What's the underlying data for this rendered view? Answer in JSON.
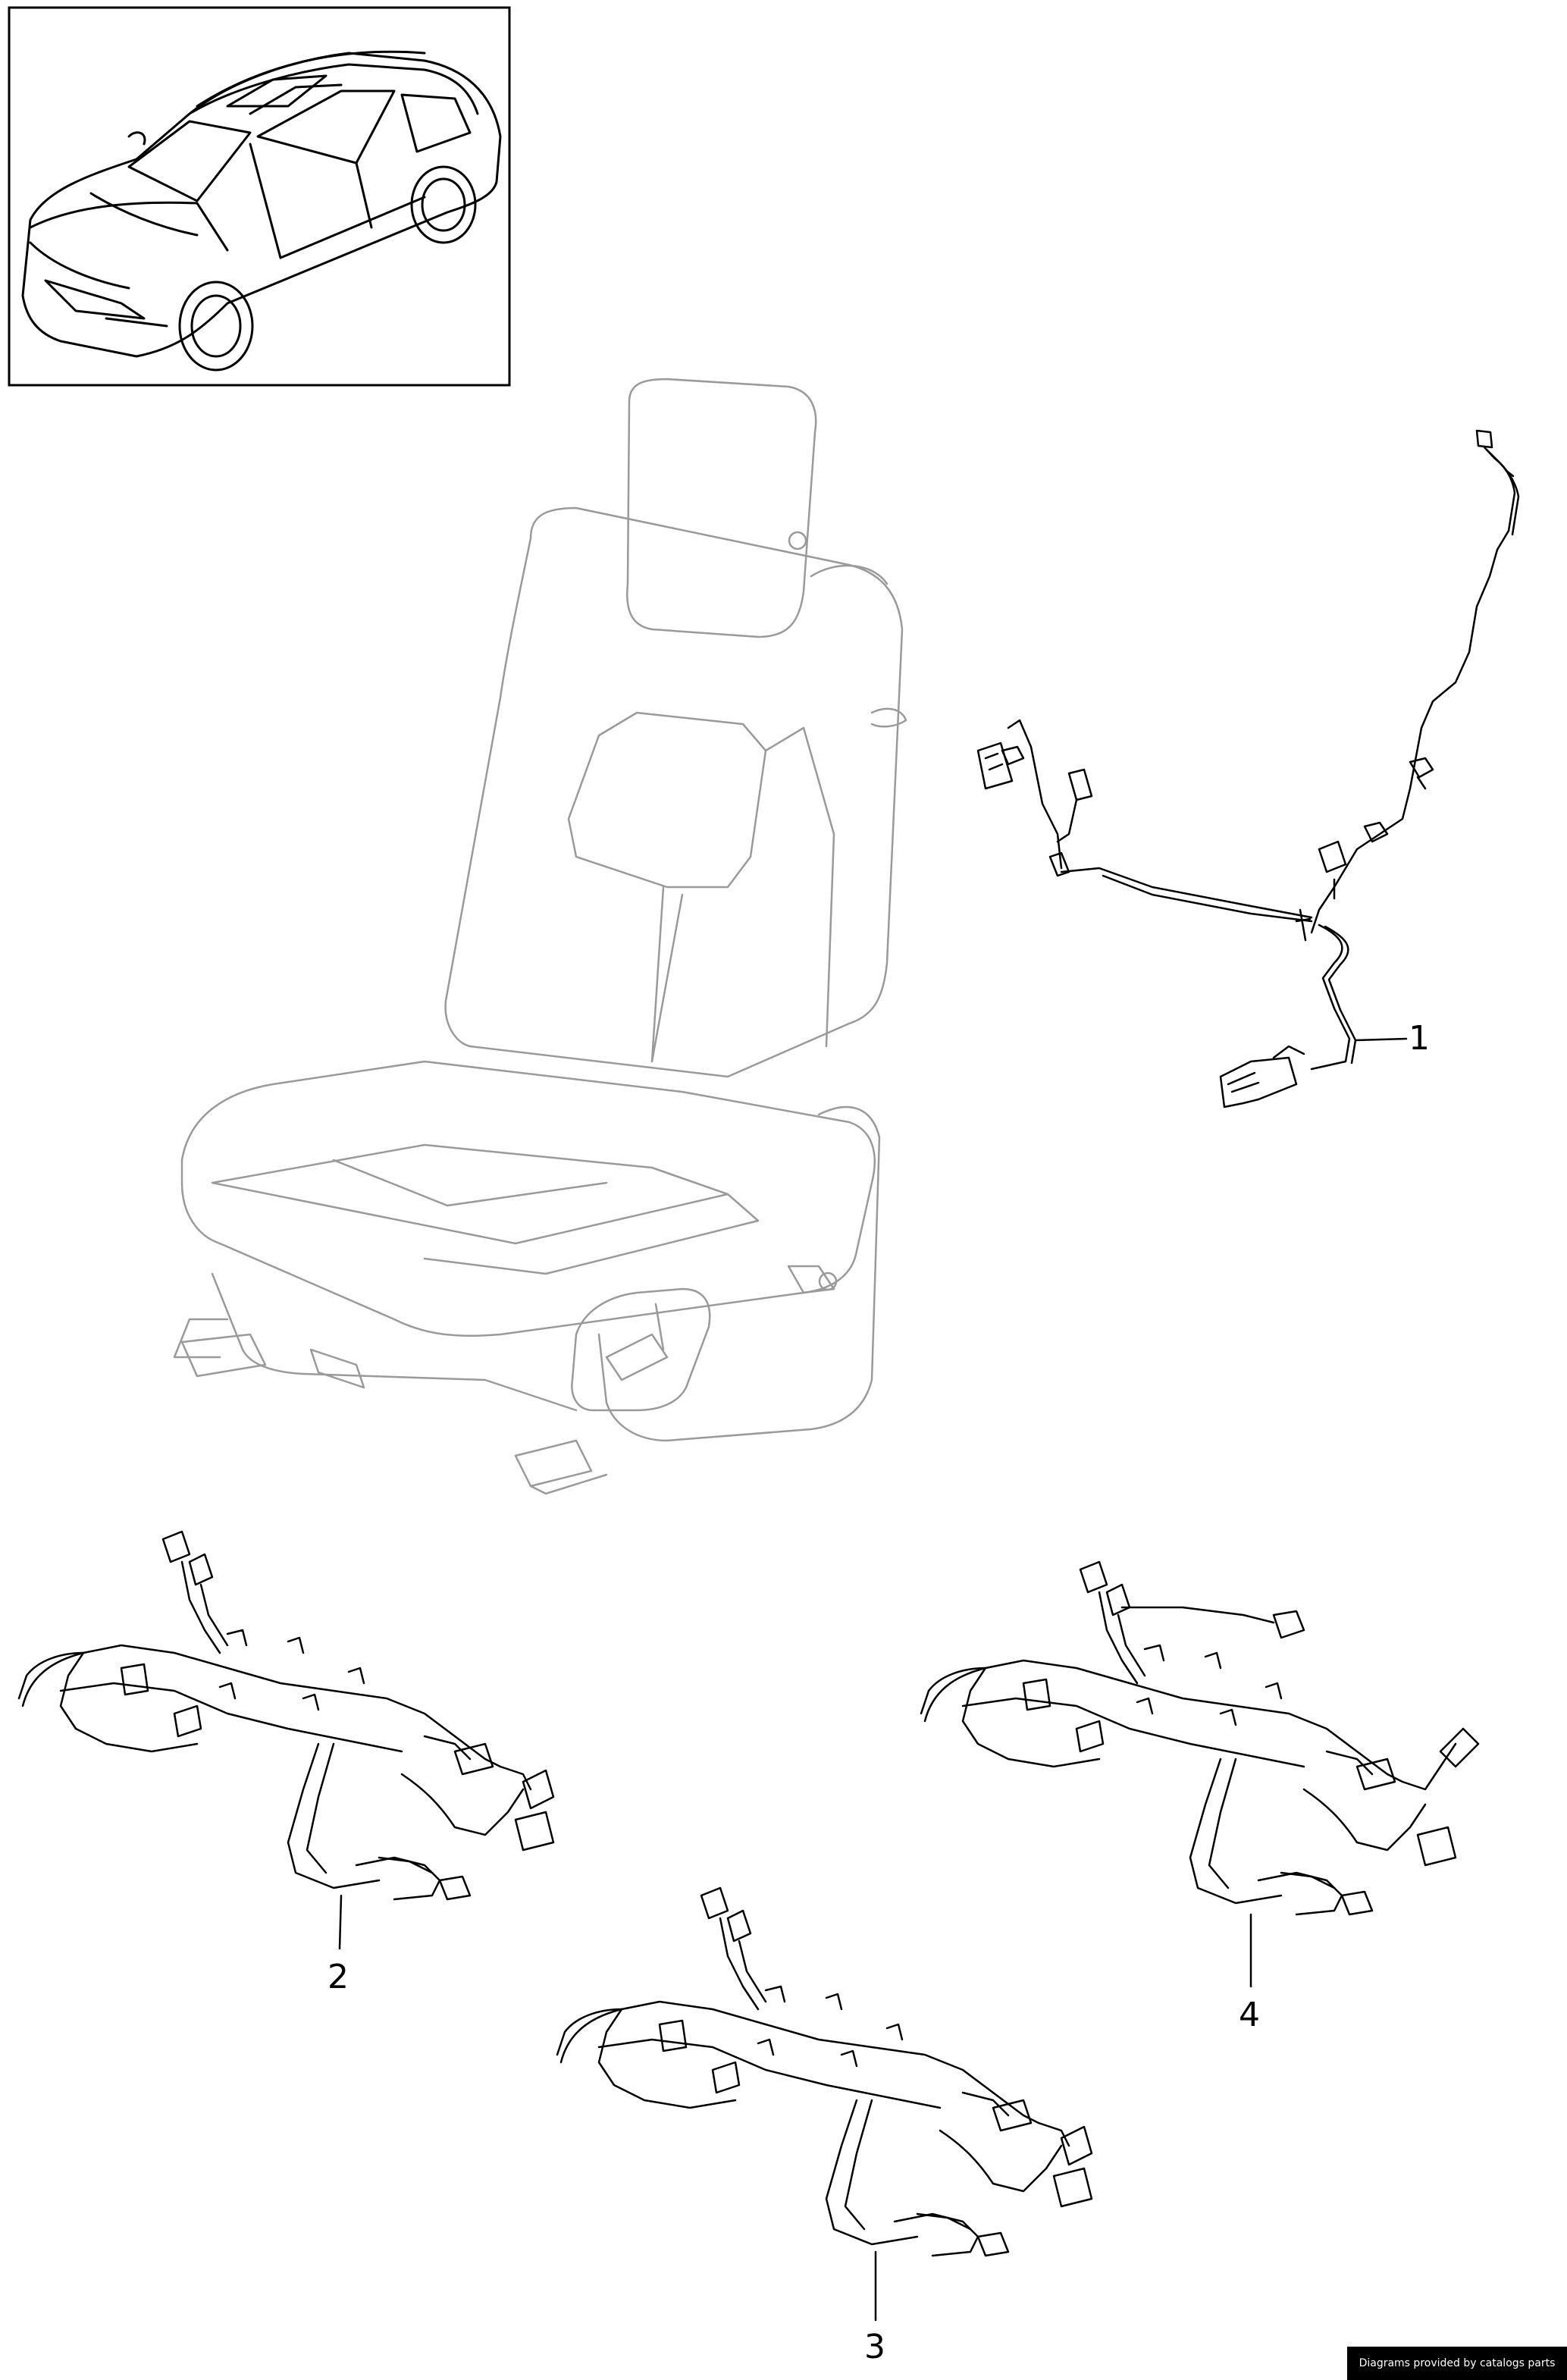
{
  "callouts": [
    "1",
    "2",
    "3",
    "4"
  ],
  "footer": {
    "credit": "Diagrams provided by catalogs parts"
  },
  "colors": {
    "line": "#000000",
    "seat_line": "#9a9a9a",
    "background": "#ffffff",
    "credit_bg": "#000000",
    "credit_fg": "#ffffff"
  }
}
